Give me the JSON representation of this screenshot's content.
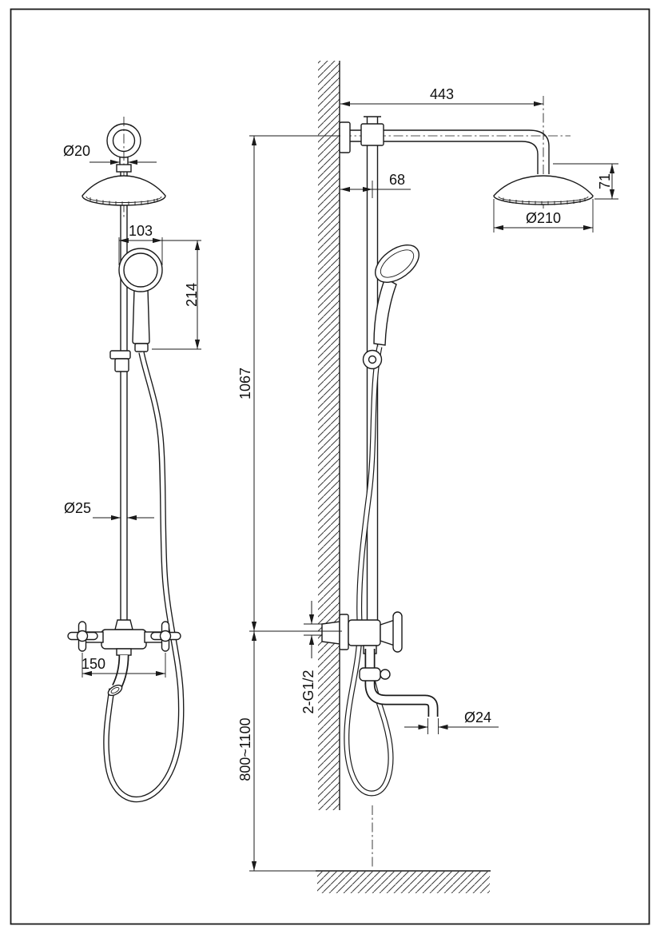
{
  "colors": {
    "line": "#1a1a1a",
    "background": "#ffffff"
  },
  "dimensions": {
    "hang_ring_pipe_dia": "Ø20",
    "hand_shower_head_width": "103",
    "hand_shower_assembly_height": "214",
    "riser_pipe_dia": "Ø25",
    "inlet_center_distance": "150",
    "shower_arm_reach": "443",
    "wall_to_riser_offset": "68",
    "rain_head_drop_height": "71",
    "rain_head_dia": "Ø210",
    "riser_overall_height": "1067",
    "recommended_install_height": "800~1100",
    "inlet_connection_thread": "2-G1/2",
    "spout_outlet_dia": "Ø24"
  }
}
